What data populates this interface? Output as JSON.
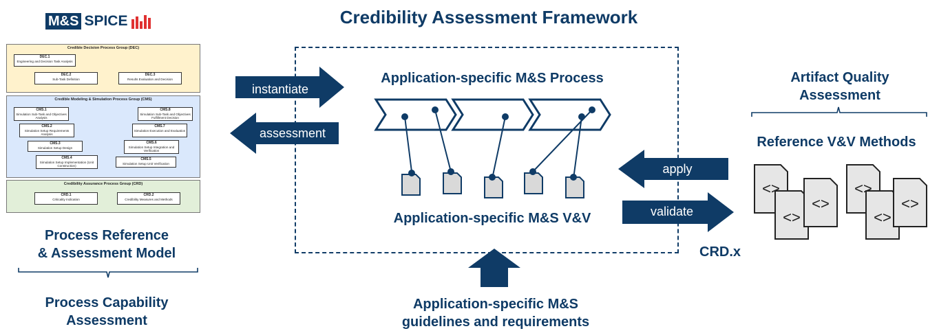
{
  "logo": {
    "ms": "M&S",
    "spice": "SPICE"
  },
  "title": "Credibility Assessment Framework",
  "reference_model": {
    "dec": {
      "title": "Credible Decision Process Group (DEC)",
      "items": [
        {
          "id": "DEC.1",
          "name": "Engineering and Decision Task Analysis"
        },
        {
          "id": "DEC.2",
          "name": "Sub-Task Definition"
        },
        {
          "id": "DEC.3",
          "name": "Results Evaluation and Decision"
        }
      ]
    },
    "cms": {
      "title": "Credible Modeling & Simulation Process Group (CMS)",
      "items": [
        {
          "id": "CMS.1",
          "name": "Simulation Sub-Task and Objectives Analysis"
        },
        {
          "id": "CMS.2",
          "name": "Simulation Setup Requirements Analysis"
        },
        {
          "id": "CMS.3",
          "name": "Simulation Setup Design"
        },
        {
          "id": "CMS.4",
          "name": "Simulation Setup Implementation (Unit Construction)"
        },
        {
          "id": "CMS.5",
          "name": "Simulation Setup Unit Verification"
        },
        {
          "id": "CMS.6",
          "name": "Simulation Setup Integration and Verification"
        },
        {
          "id": "CMS.7",
          "name": "Simulation Execution and Evaluation"
        },
        {
          "id": "CMS.8",
          "name": "Simulation Sub-Task and Objectives Fulfillment Decision"
        }
      ]
    },
    "crd": {
      "title": "Credibility Assurance Process Group (CRD)",
      "items": [
        {
          "id": "CRD.1",
          "name": "Criticality Indication"
        },
        {
          "id": "CRD.2",
          "name": "Credibility Measures and Methods"
        }
      ]
    }
  },
  "left": {
    "model_label_1": "Process Reference",
    "model_label_2": "& Assessment Model",
    "capability_1": "Process Capability",
    "capability_2": "Assessment"
  },
  "arrows": {
    "instantiate": "instantiate",
    "assessment": "assessment",
    "apply": "apply",
    "validate": "validate"
  },
  "center": {
    "process_label": "Application-specific M&S Process",
    "vv_label": "Application-specific M&S V&V",
    "guidelines_1": "Application-specific M&S",
    "guidelines_2": "guidelines and requirements"
  },
  "right": {
    "artifact_1": "Artifact Quality",
    "artifact_2": "Assessment",
    "reference_vv": "Reference V&V Methods",
    "crd_x": "CRD.x",
    "doc_glyph": "<>"
  },
  "colors": {
    "primary": "#0f3b66",
    "dec_bg": "#fff2cc",
    "cms_bg": "#dae8fc",
    "crd_bg": "#e2efd9",
    "doc_fill": "#d9d9d9"
  }
}
